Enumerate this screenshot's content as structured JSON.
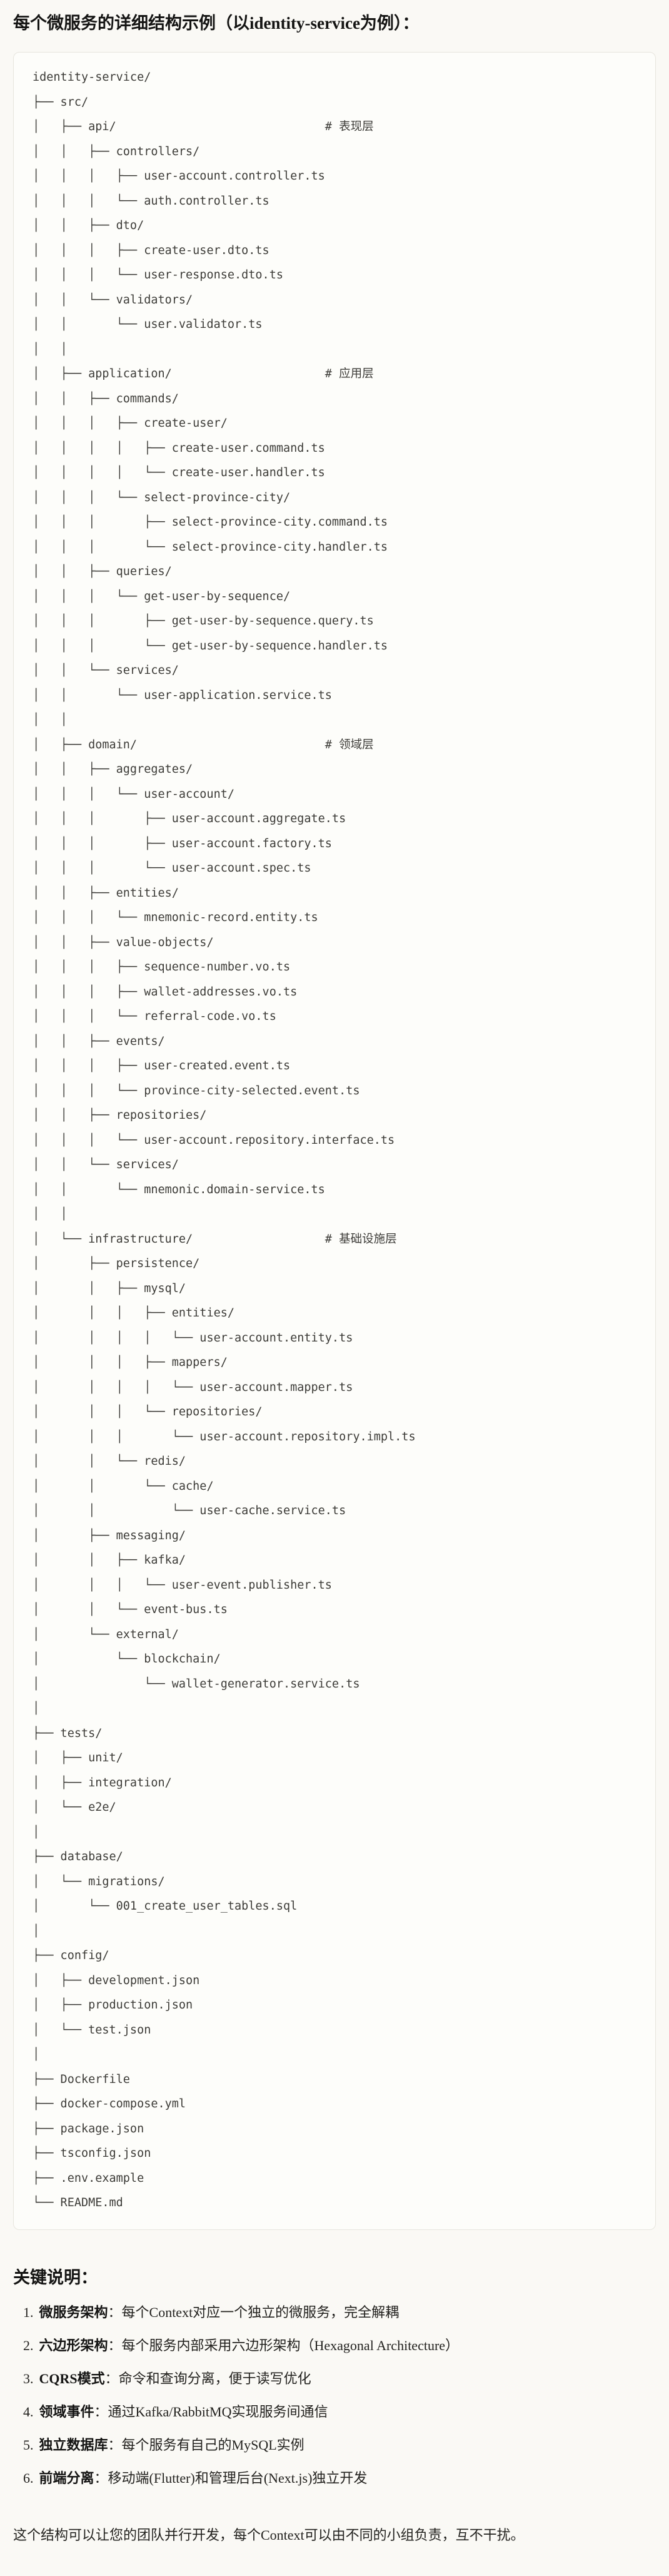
{
  "page": {
    "title": "每个微服务的详细结构示例（以identity-service为例）："
  },
  "colors": {
    "page_bg": "#faf9f5",
    "code_block_bg": "#fdfdfa",
    "code_block_border": "#e7e5de",
    "code_text": "#3d3c38",
    "body_text": "#23221f"
  },
  "tree": {
    "lines": [
      "identity-service/",
      "├── src/",
      "│   ├── api/                              # 表现层",
      "│   │   ├── controllers/",
      "│   │   │   ├── user-account.controller.ts",
      "│   │   │   └── auth.controller.ts",
      "│   │   ├── dto/",
      "│   │   │   ├── create-user.dto.ts",
      "│   │   │   └── user-response.dto.ts",
      "│   │   └── validators/",
      "│   │       └── user.validator.ts",
      "│   │",
      "│   ├── application/                      # 应用层",
      "│   │   ├── commands/",
      "│   │   │   ├── create-user/",
      "│   │   │   │   ├── create-user.command.ts",
      "│   │   │   │   └── create-user.handler.ts",
      "│   │   │   └── select-province-city/",
      "│   │   │       ├── select-province-city.command.ts",
      "│   │   │       └── select-province-city.handler.ts",
      "│   │   ├── queries/",
      "│   │   │   └── get-user-by-sequence/",
      "│   │   │       ├── get-user-by-sequence.query.ts",
      "│   │   │       └── get-user-by-sequence.handler.ts",
      "│   │   └── services/",
      "│   │       └── user-application.service.ts",
      "│   │",
      "│   ├── domain/                           # 领域层",
      "│   │   ├── aggregates/",
      "│   │   │   └── user-account/",
      "│   │   │       ├── user-account.aggregate.ts",
      "│   │   │       ├── user-account.factory.ts",
      "│   │   │       └── user-account.spec.ts",
      "│   │   ├── entities/",
      "│   │   │   └── mnemonic-record.entity.ts",
      "│   │   ├── value-objects/",
      "│   │   │   ├── sequence-number.vo.ts",
      "│   │   │   ├── wallet-addresses.vo.ts",
      "│   │   │   └── referral-code.vo.ts",
      "│   │   ├── events/",
      "│   │   │   ├── user-created.event.ts",
      "│   │   │   └── province-city-selected.event.ts",
      "│   │   ├── repositories/",
      "│   │   │   └── user-account.repository.interface.ts",
      "│   │   └── services/",
      "│   │       └── mnemonic.domain-service.ts",
      "│   │",
      "│   └── infrastructure/                   # 基础设施层",
      "│       ├── persistence/",
      "│       │   ├── mysql/",
      "│       │   │   ├── entities/",
      "│       │   │   │   └── user-account.entity.ts",
      "│       │   │   ├── mappers/",
      "│       │   │   │   └── user-account.mapper.ts",
      "│       │   │   └── repositories/",
      "│       │   │       └── user-account.repository.impl.ts",
      "│       │   └── redis/",
      "│       │       └── cache/",
      "│       │           └── user-cache.service.ts",
      "│       ├── messaging/",
      "│       │   ├── kafka/",
      "│       │   │   └── user-event.publisher.ts",
      "│       │   └── event-bus.ts",
      "│       └── external/",
      "│           └── blockchain/",
      "│               └── wallet-generator.service.ts",
      "│",
      "├── tests/",
      "│   ├── unit/",
      "│   ├── integration/",
      "│   └── e2e/",
      "│",
      "├── database/",
      "│   └── migrations/",
      "│       └── 001_create_user_tables.sql",
      "│",
      "├── config/",
      "│   ├── development.json",
      "│   ├── production.json",
      "│   └── test.json",
      "│",
      "├── Dockerfile",
      "├── docker-compose.yml",
      "├── package.json",
      "├── tsconfig.json",
      "├── .env.example",
      "└── README.md"
    ]
  },
  "notes": {
    "heading": "关键说明：",
    "items": [
      {
        "num": "1.",
        "term": "微服务架构",
        "desc": "：每个Context对应一个独立的微服务，完全解耦"
      },
      {
        "num": "2.",
        "term": "六边形架构",
        "desc": "：每个服务内部采用六边形架构（Hexagonal Architecture）"
      },
      {
        "num": "3.",
        "term": "CQRS模式",
        "desc": "：命令和查询分离，便于读写优化"
      },
      {
        "num": "4.",
        "term": "领域事件",
        "desc": "：通过Kafka/RabbitMQ实现服务间通信"
      },
      {
        "num": "5.",
        "term": "独立数据库",
        "desc": "：每个服务有自己的MySQL实例"
      },
      {
        "num": "6.",
        "term": "前端分离",
        "desc": "：移动端(Flutter)和管理后台(Next.js)独立开发"
      }
    ],
    "closing": "这个结构可以让您的团队并行开发，每个Context可以由不同的小组负责，互不干扰。"
  }
}
